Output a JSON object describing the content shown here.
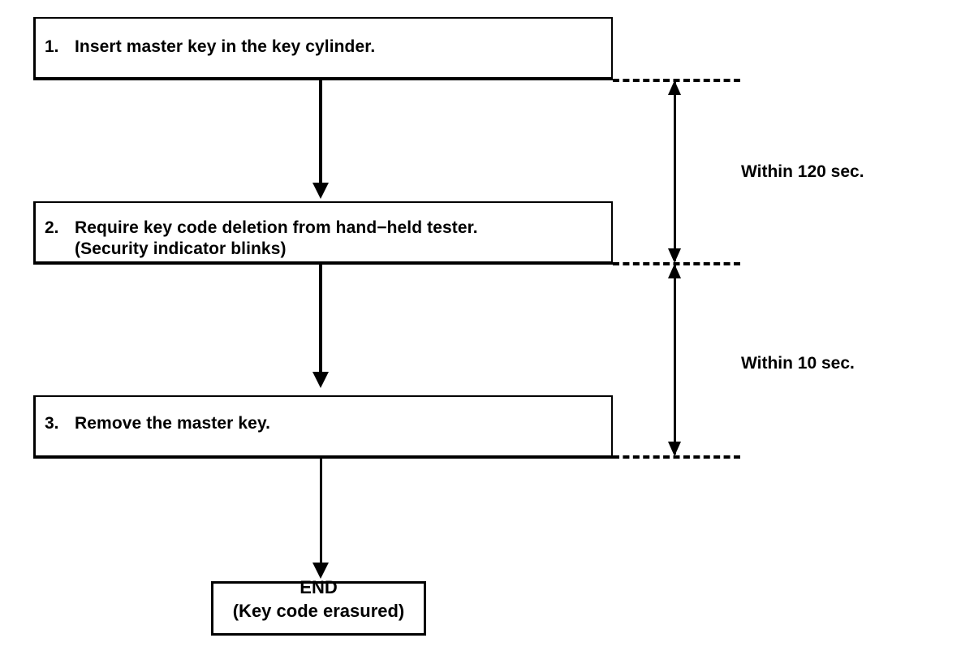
{
  "diagram": {
    "type": "flowchart",
    "title": "Key code deletion procedure",
    "steps": [
      {
        "number": "1.",
        "text": "Insert master key in the key cylinder.",
        "sub_text": ""
      },
      {
        "number": "2.",
        "text": "Require key code deletion from hand−held tester.",
        "sub_text": "(Security indicator blinks)"
      },
      {
        "number": "3.",
        "text": "Remove the master key.",
        "sub_text": ""
      }
    ],
    "terminator": {
      "line1": "END",
      "line2": "(Key code erasured)"
    },
    "timings": [
      {
        "label": "Within 120 sec.",
        "from_step": "1.",
        "to_step": "2."
      },
      {
        "label": "Within 10 sec.",
        "from_step": "2.",
        "to_step": "3."
      }
    ],
    "colors": {
      "line": "#000000",
      "background": "#ffffff",
      "text": "#000000"
    }
  }
}
